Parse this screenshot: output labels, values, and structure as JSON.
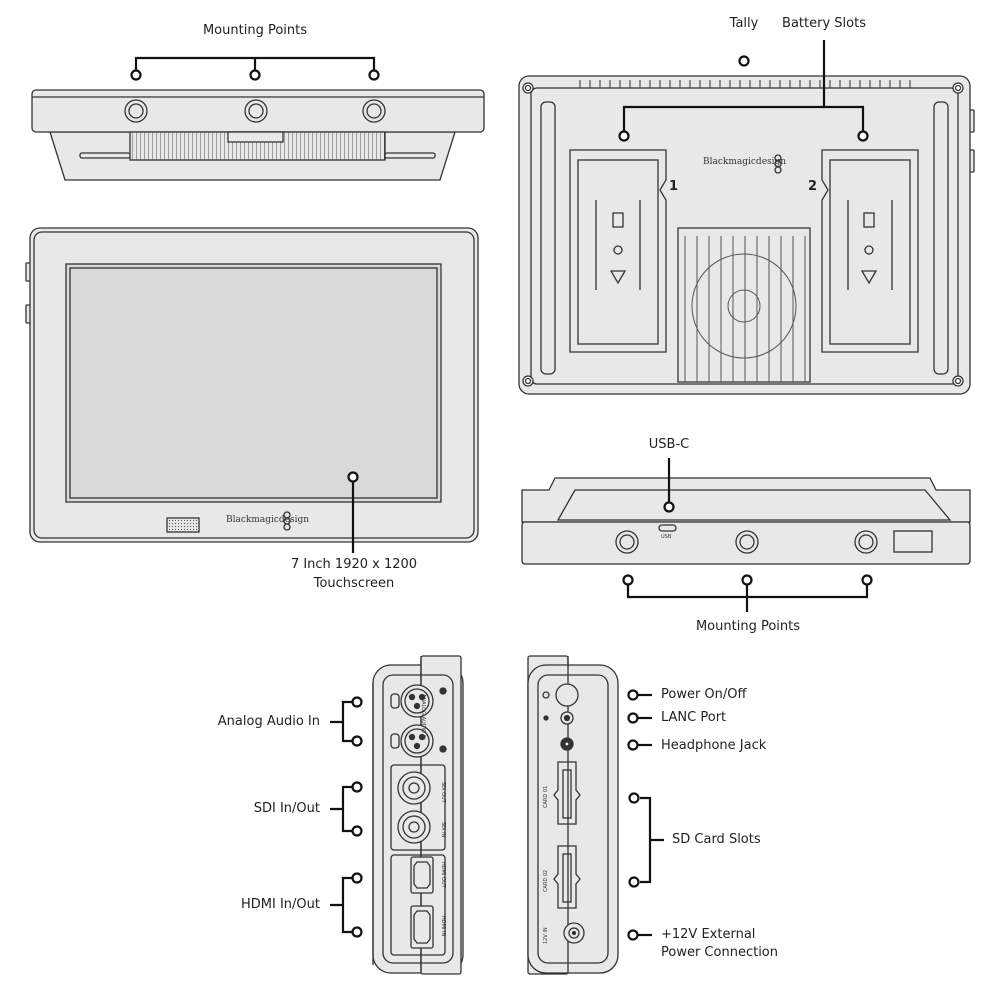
{
  "labels": {
    "mounting_points_top": "Mounting Points",
    "tally": "Tally",
    "battery_slots": "Battery Slots",
    "touchscreen_line1": "7 Inch 1920 x 1200",
    "touchscreen_line2": "Touchscreen",
    "usb_c": "USB-C",
    "mounting_points_bottom": "Mounting Points",
    "analog_audio_in": "Analog Audio In",
    "sdi_in_out": "SDI In/Out",
    "hdmi_in_out": "HDMI In/Out",
    "power_on_off": "Power On/Off",
    "lanc_port": "LANC Port",
    "headphone_jack": "Headphone Jack",
    "sd_card_slots": "SD Card Slots",
    "ext_power_line1": "+12V External",
    "ext_power_line2": "Power Connection"
  },
  "device_text": {
    "brand_front": "Blackmagicdesign",
    "brand_back": "Blackmagicdesign",
    "battery_slot_1": "1",
    "battery_slot_2": "2",
    "usb_port_text": "USB",
    "analog_audio_port_text": "ANALOG AUDIO IN",
    "sdi_out_text": "SDI OUT",
    "sdi_in_text": "SDI IN",
    "hdmi_out_text": "HDMI OUT",
    "hdmi_in_text": "HDMI IN",
    "card_slot_1_text": "CARD 01",
    "card_slot_2_text": "CARD 02",
    "power_12v_text": "12V IN"
  },
  "colors": {
    "device_fill": "#e8e8e8",
    "device_stroke": "#333333",
    "screen_fill": "#d9d9d9",
    "callout_line": "#111111"
  }
}
